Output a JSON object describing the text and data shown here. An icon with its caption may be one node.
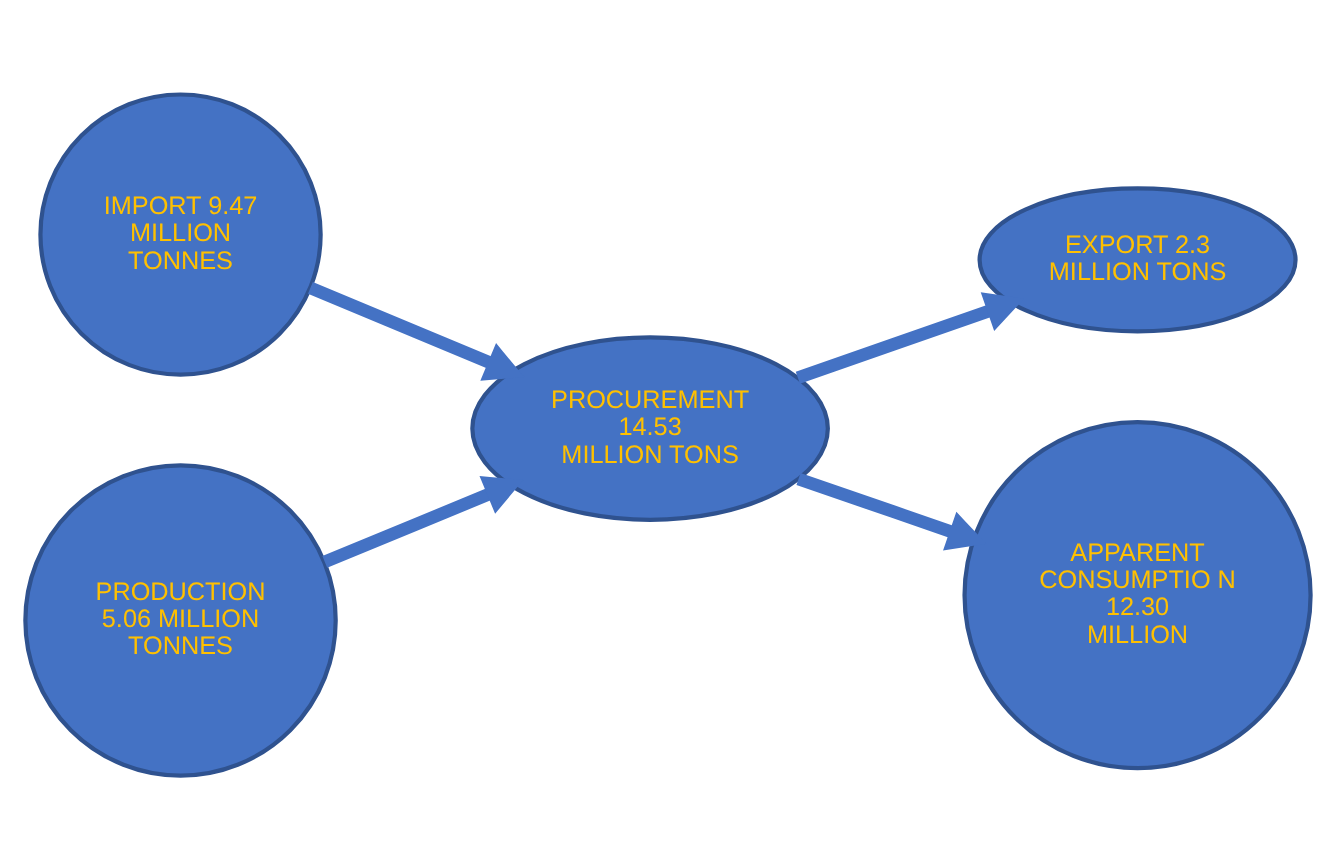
{
  "diagram": {
    "nodes": [
      {
        "text": [
          "IMPORT 9.47 MILLION TONNES"
        ]
      },
      {
        "text": [
          "PRODUCTION 5.06 MILLION TONNES"
        ]
      },
      {
        "text": [
          "PROCUREMENT 14.53 MILLION TONS"
        ]
      },
      {
        "text": [
          "EXPORT 2.3 MILLION TONS"
        ]
      },
      {
        "text": [
          "APPARENT CONSUMPTIO N 12.30 MILLION"
        ]
      }
    ],
    "edges": [
      {
        "from": 0,
        "to": 2,
        "arrow": "to"
      },
      {
        "from": 1,
        "to": 2,
        "arrow": "to"
      },
      {
        "from": 2,
        "to": 3,
        "arrow": "to"
      },
      {
        "from": 2,
        "to": 4,
        "arrow": "to"
      }
    ]
  }
}
